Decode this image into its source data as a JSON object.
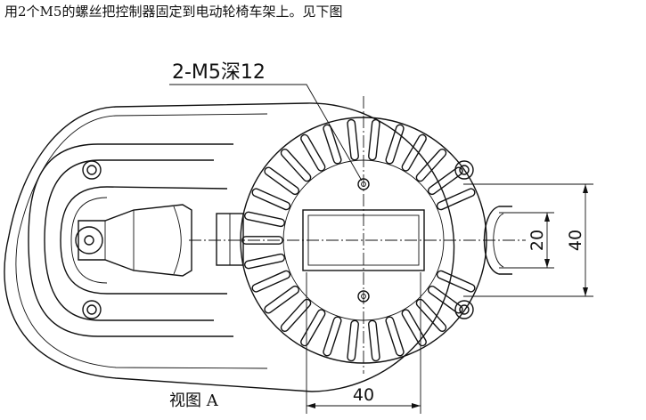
{
  "instruction_text": "用2个M5的螺丝把控制器固定到电动轮椅车架上。见下图",
  "drawing": {
    "hole_callout": "2-M5深12",
    "dimension_20": "20",
    "dimension_40_vertical": "40",
    "dimension_40_horizontal": "40",
    "view_label": "视图 A"
  }
}
